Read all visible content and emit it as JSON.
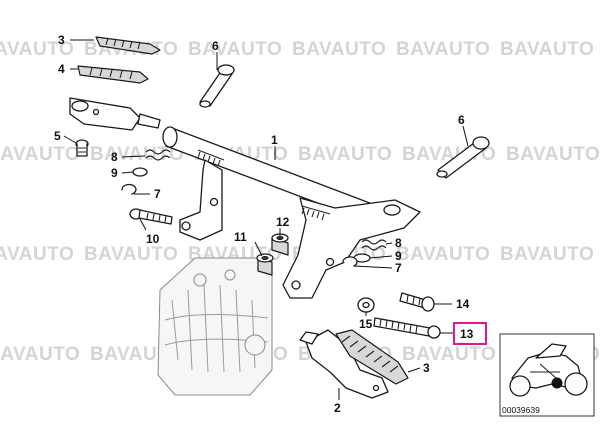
{
  "watermark": {
    "text": "BAVAUTO"
  },
  "callouts": [
    {
      "id": "c-3a",
      "number": "3"
    },
    {
      "id": "c-4",
      "number": "4"
    },
    {
      "id": "c-5",
      "number": "5"
    },
    {
      "id": "c-6a",
      "number": "6"
    },
    {
      "id": "c-1",
      "number": "1"
    },
    {
      "id": "c-6b",
      "number": "6"
    },
    {
      "id": "c-8a",
      "number": "8"
    },
    {
      "id": "c-9a",
      "number": "9"
    },
    {
      "id": "c-7a",
      "number": "7"
    },
    {
      "id": "c-10",
      "number": "10"
    },
    {
      "id": "c-11",
      "number": "11"
    },
    {
      "id": "c-12",
      "number": "12"
    },
    {
      "id": "c-8b",
      "number": "8"
    },
    {
      "id": "c-9b",
      "number": "9"
    },
    {
      "id": "c-7b",
      "number": "7"
    },
    {
      "id": "c-14",
      "number": "14"
    },
    {
      "id": "c-15",
      "number": "15"
    },
    {
      "id": "c-13",
      "number": "13",
      "highlighted": true
    },
    {
      "id": "c-3b",
      "number": "3"
    },
    {
      "id": "c-2",
      "number": "2"
    }
  ],
  "highlight": {
    "part_number": "13",
    "color": "#e0198c"
  },
  "thumbnail": {
    "code": "00039639"
  },
  "colors": {
    "line": "#1a1a1a",
    "shade": "#d8d8d8",
    "watermark": "#d4d4d4",
    "highlight": "#e0198c"
  }
}
